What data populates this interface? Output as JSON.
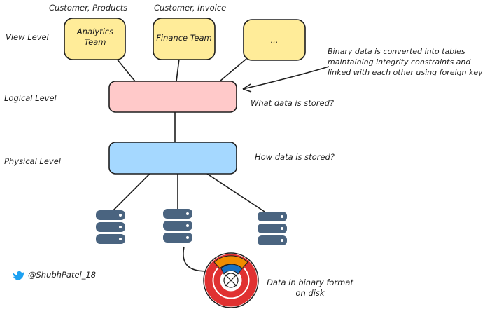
{
  "levels": {
    "view": "View Level",
    "logical": "Logical Level",
    "physical": "Physical Level"
  },
  "view_boxes": [
    {
      "heading": "Customer, Products",
      "label": "Analytics Team"
    },
    {
      "heading": "Customer, Invoice",
      "label": "Finance Team"
    },
    {
      "heading": "",
      "label": "..."
    }
  ],
  "annotations": {
    "binary": "Binary data is converted into tables maintaining integrity constraints and linked with each other using foreign key",
    "what": "What data is stored?",
    "how": "How data is stored?",
    "disk": "Data in binary format on disk"
  },
  "credit": "@ShubhPatel_18",
  "colors": {
    "view_fill": "#ffec99",
    "logical_fill": "#ffc9c9",
    "physical_fill": "#a5d8ff",
    "db_fill": "#4a6480",
    "twitter": "#1da1f2",
    "disk_red": "#e03131",
    "disk_blue": "#1971c2",
    "disk_orange": "#f08c00"
  }
}
